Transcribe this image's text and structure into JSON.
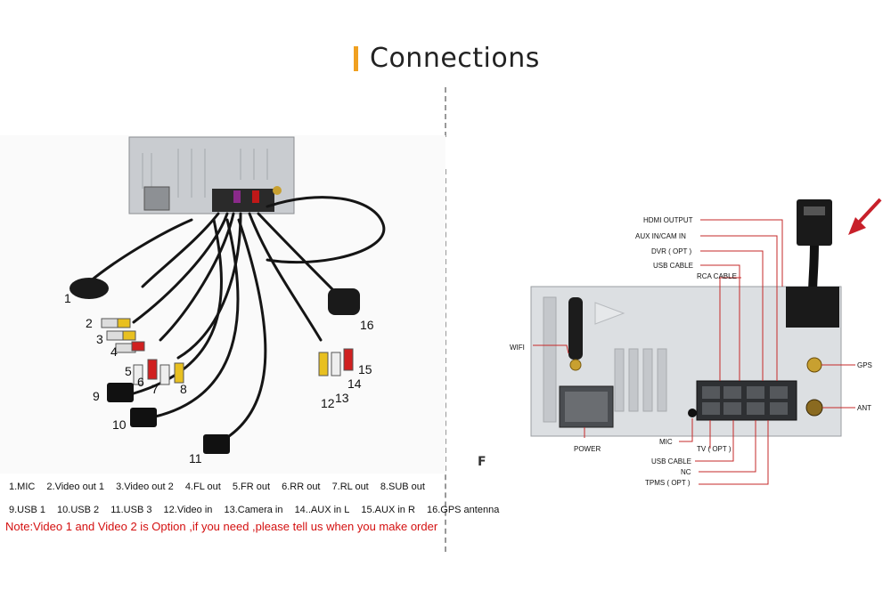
{
  "header": {
    "title": "Connections"
  },
  "left": {
    "callouts": [
      "1",
      "2",
      "3",
      "4",
      "5",
      "6",
      "7",
      "8",
      "9",
      "10",
      "11",
      "12",
      "13",
      "14",
      "15",
      "16"
    ],
    "legend_row1": [
      "1.MIC",
      "2.Video out 1",
      "3.Video out 2",
      "4.FL out",
      "5.FR out",
      "6.RR out",
      "7.RL out",
      "8.SUB out"
    ],
    "legend_row2": [
      "9.USB 1",
      "10.USB 2",
      "11.USB 3",
      "12.Video in",
      "13.Camera in",
      "14..AUX in L",
      "15.AUX in R",
      "16.GPS antenna"
    ],
    "note": "Note:Video 1 and Video 2 is Option ,if you need ,please tell us when you make order"
  },
  "right": {
    "top_labels": [
      "HDMI OUTPUT",
      "AUX IN/CAM IN",
      "DVR ( OPT )",
      "USB CABLE",
      "RCA CABLE"
    ],
    "side_labels": {
      "wifi": "WIFI",
      "gps": "GPS",
      "ant": "ANT",
      "power": "POWER"
    },
    "bottom_labels": [
      "MIC",
      "TV ( OPT )",
      "USB CABLE",
      "NC",
      "TPMS ( OPT )"
    ],
    "stray_char": "F"
  },
  "colors": {
    "accent": "#f0a020",
    "note": "#d41010",
    "guide": "#c62828",
    "arrow": "#c8202a"
  }
}
